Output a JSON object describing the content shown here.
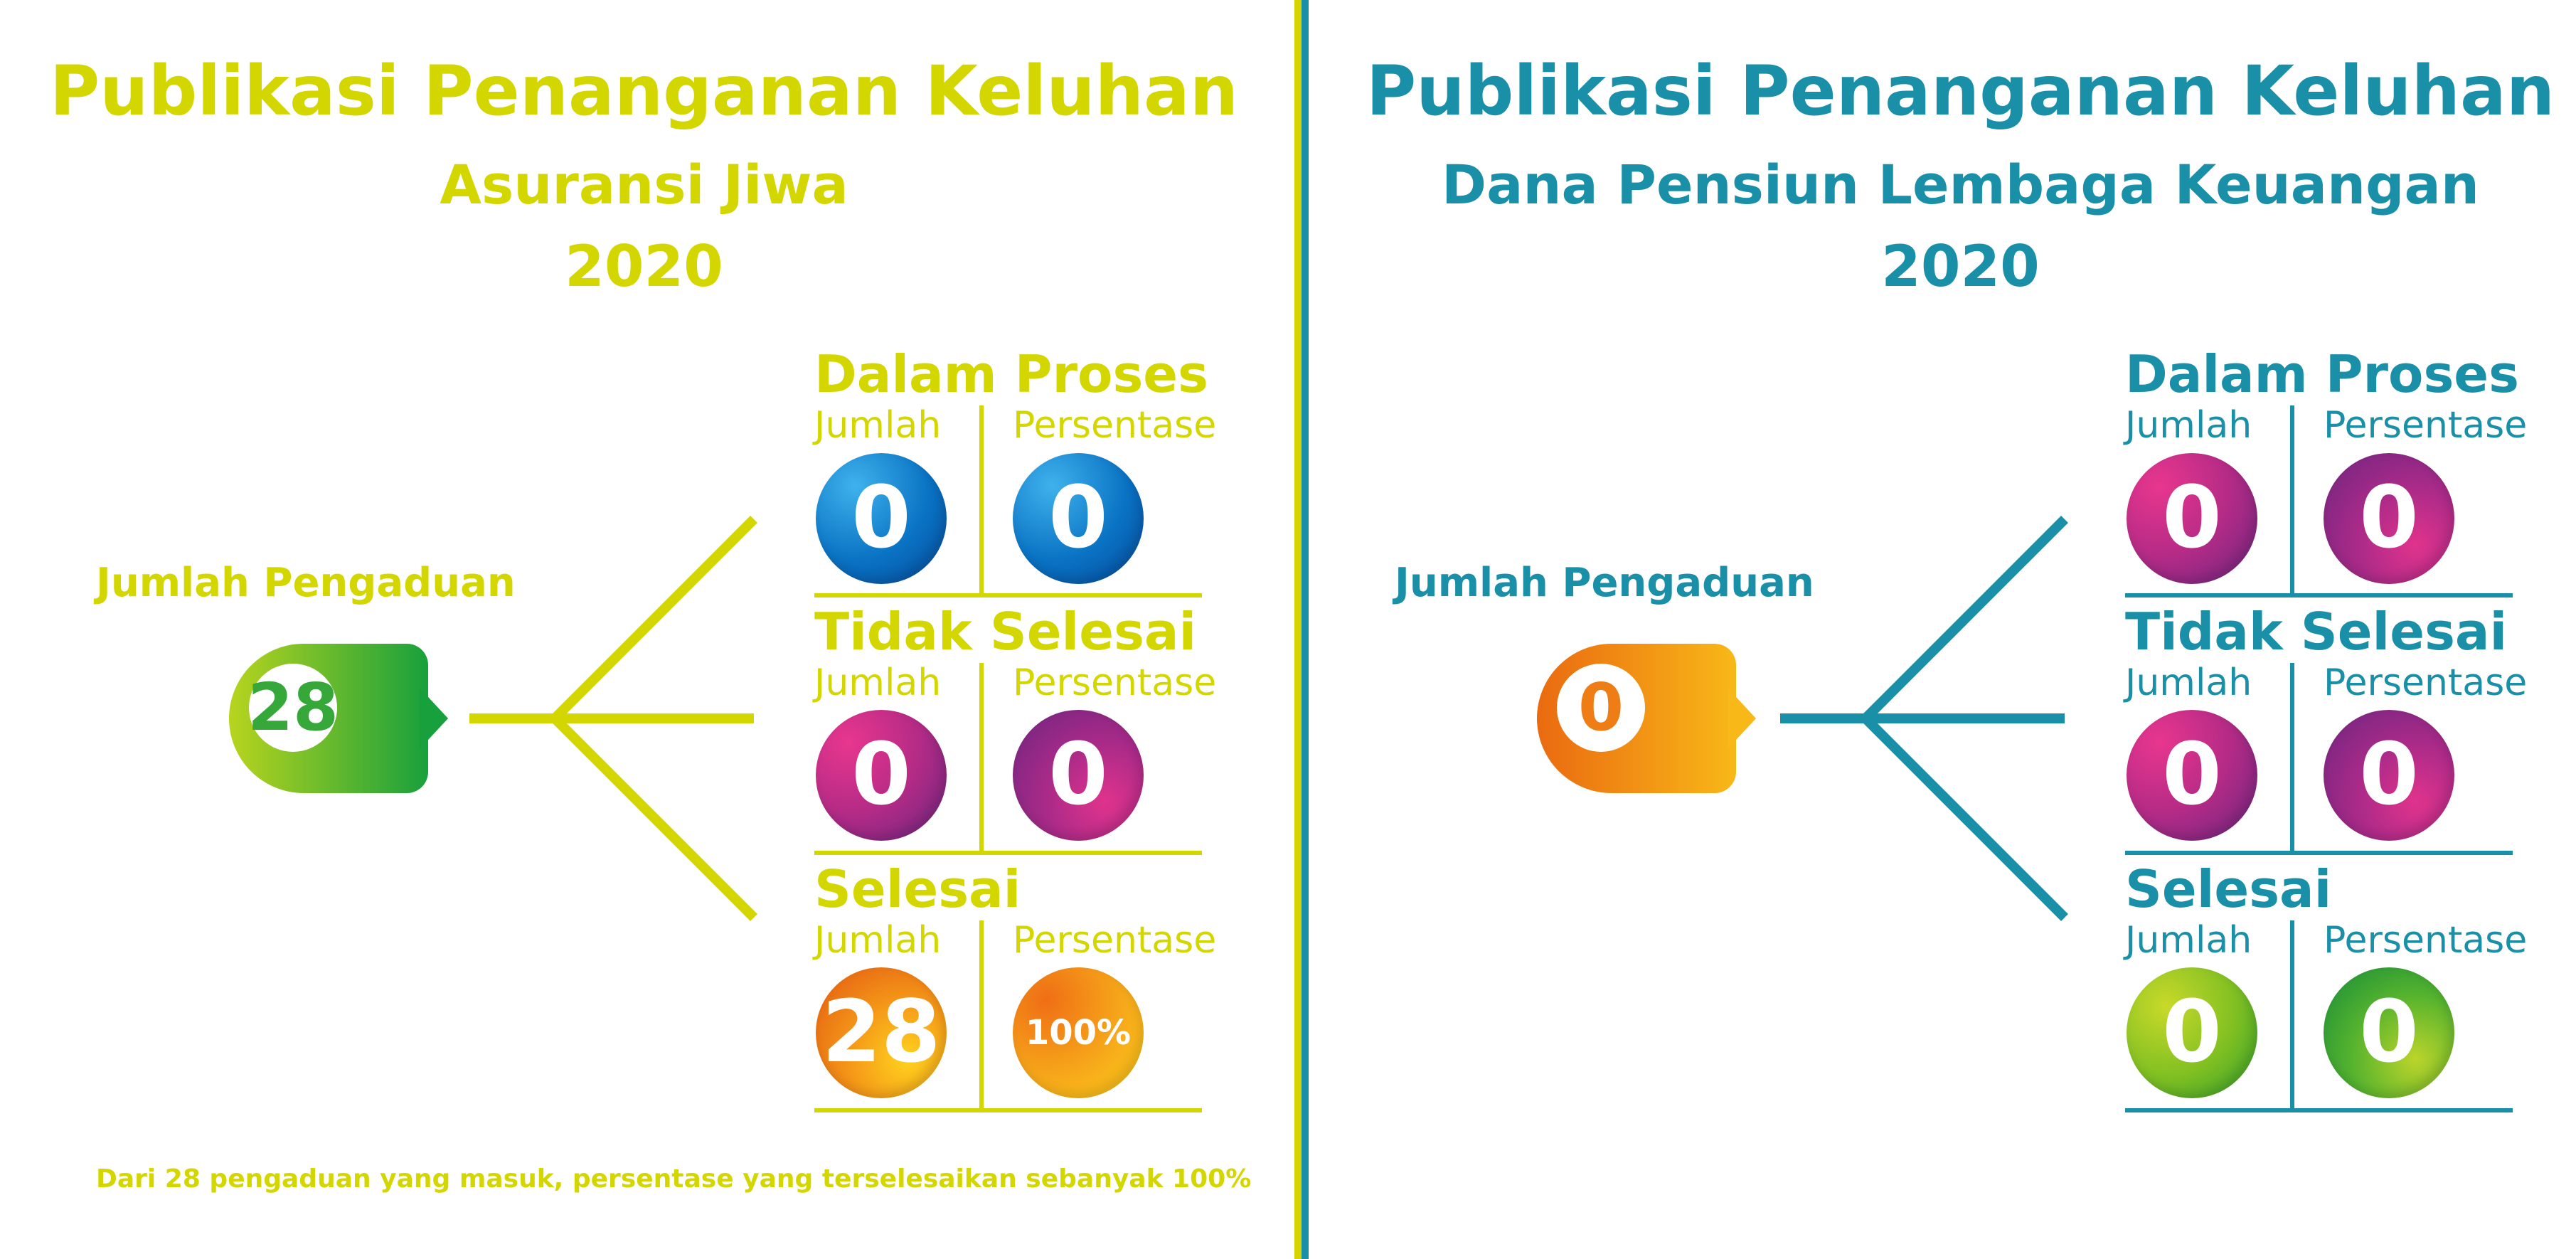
{
  "colors": {
    "left_accent": "#d4d600",
    "right_accent": "#1a8fa8"
  },
  "left": {
    "title": "Publikasi Penanganan Keluhan",
    "subtitle": "Asuransi Jiwa",
    "year": "2020",
    "total_label": "Jumlah Pengaduan",
    "total_value": "28",
    "sections": [
      {
        "title": "Dalam Proses",
        "jumlah_label": "Jumlah",
        "persentase_label": "Persentase",
        "jumlah": "0",
        "persentase": "0"
      },
      {
        "title": "Tidak Selesai",
        "jumlah_label": "Jumlah",
        "persentase_label": "Persentase",
        "jumlah": "0",
        "persentase": "0"
      },
      {
        "title": "Selesai",
        "jumlah_label": "Jumlah",
        "persentase_label": "Persentase",
        "jumlah": "28",
        "persentase": "100%"
      }
    ],
    "footnote": "Dari 28 pengaduan yang masuk, persentase yang terselesaikan sebanyak 100%"
  },
  "right": {
    "title": "Publikasi Penanganan Keluhan",
    "subtitle": "Dana Pensiun Lembaga Keuangan",
    "year": "2020",
    "total_label": "Jumlah Pengaduan",
    "total_value": "0",
    "sections": [
      {
        "title": "Dalam Proses",
        "jumlah_label": "Jumlah",
        "persentase_label": "Persentase",
        "jumlah": "0",
        "persentase": "0"
      },
      {
        "title": "Tidak Selesai",
        "jumlah_label": "Jumlah",
        "persentase_label": "Persentase",
        "jumlah": "0",
        "persentase": "0"
      },
      {
        "title": "Selesai",
        "jumlah_label": "Jumlah",
        "persentase_label": "Persentase",
        "jumlah": "0",
        "persentase": "0"
      }
    ]
  }
}
